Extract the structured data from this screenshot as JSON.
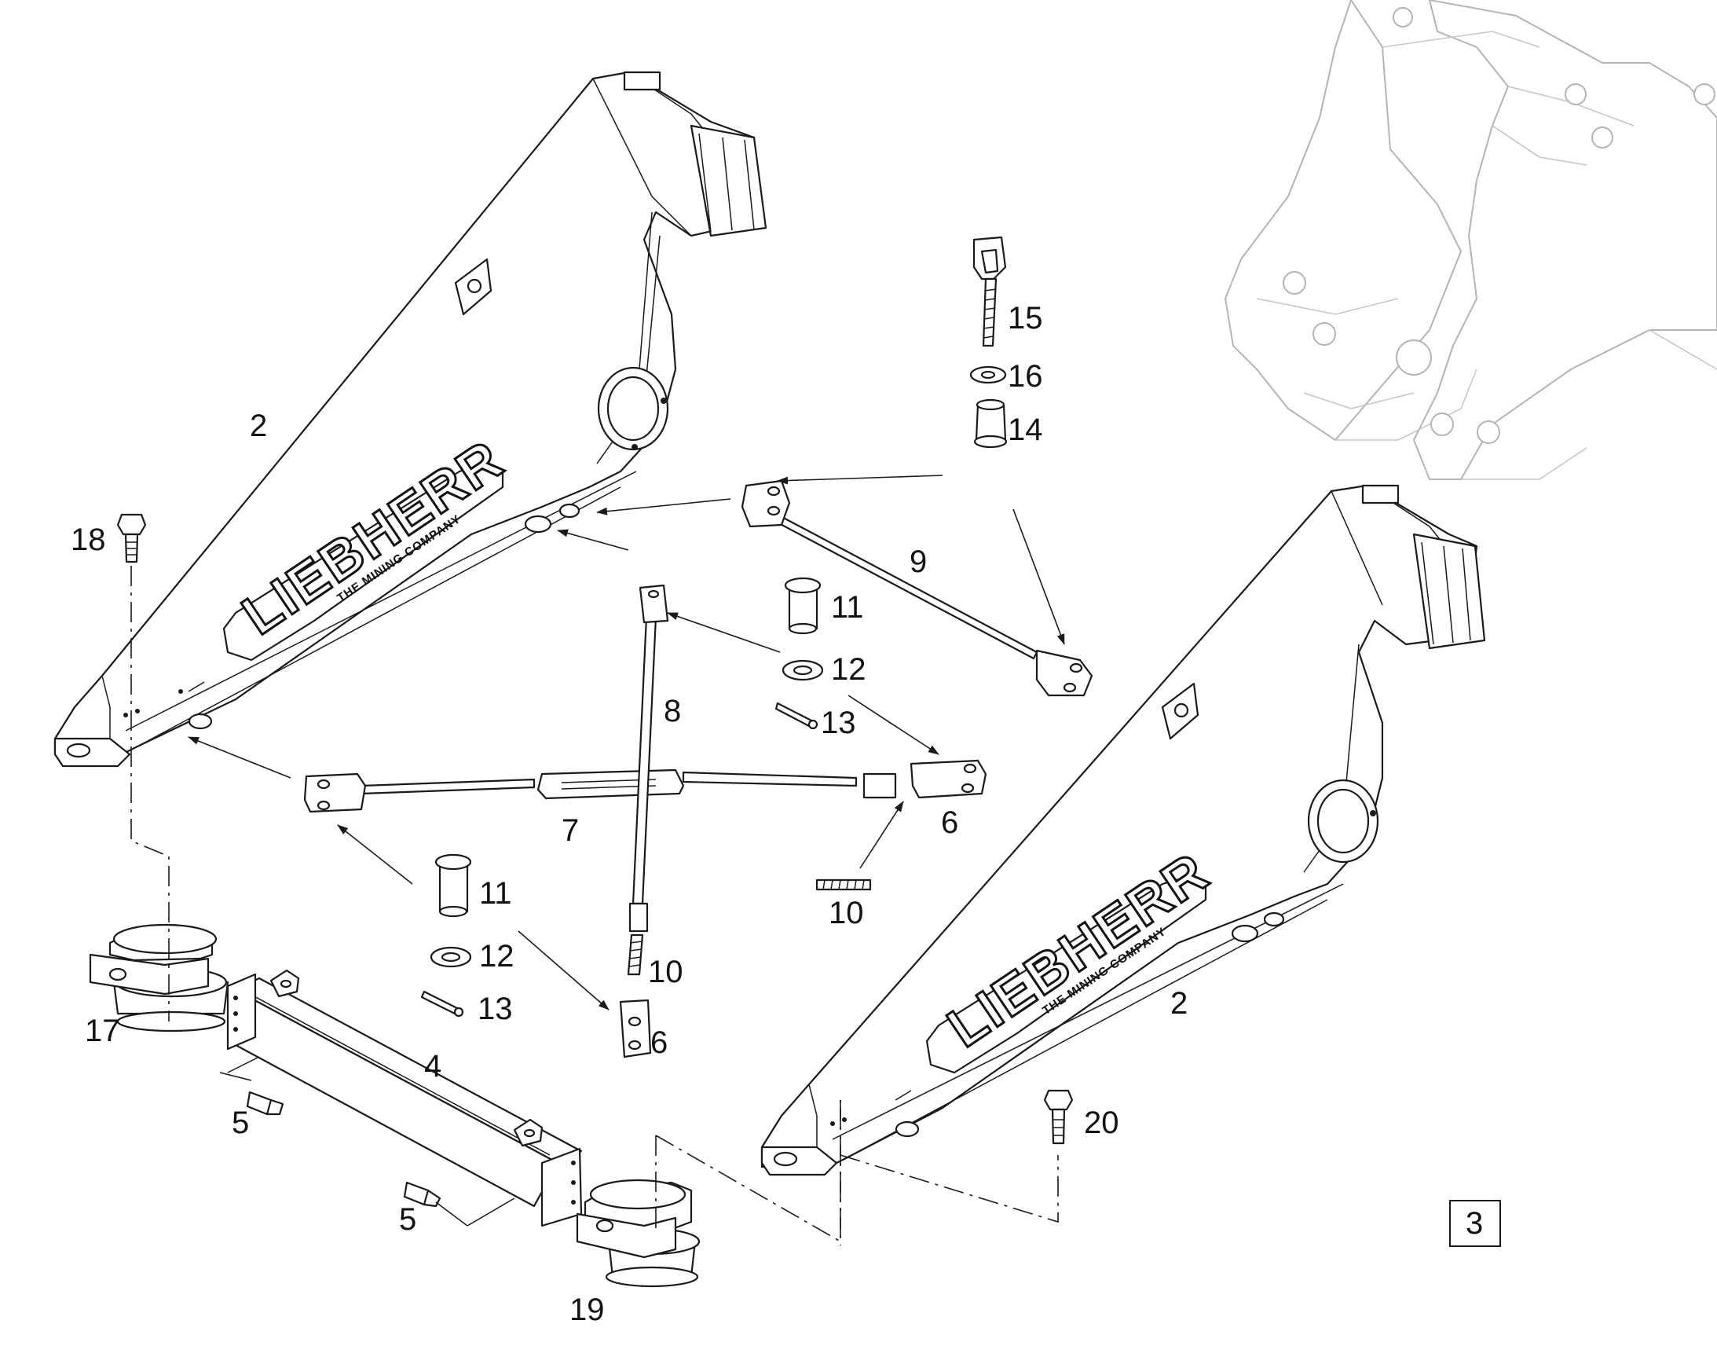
{
  "diagram": {
    "callouts": {
      "c2a": "2",
      "c2b": "2",
      "c4": "4",
      "c5a": "5",
      "c5b": "5",
      "c6a": "6",
      "c6b": "6",
      "c7": "7",
      "c8": "8",
      "c9": "9",
      "c10a": "10",
      "c10b": "10",
      "c11a": "11",
      "c11b": "11",
      "c12a": "12",
      "c12b": "12",
      "c13a": "13",
      "c13b": "13",
      "c14": "14",
      "c15": "15",
      "c16": "16",
      "c17": "17",
      "c18": "18",
      "c19": "19",
      "c20": "20"
    },
    "logo": {
      "brand": "LIEBHERR",
      "tagline": "THE MINING COMPANY"
    },
    "sheet_number": "3"
  }
}
